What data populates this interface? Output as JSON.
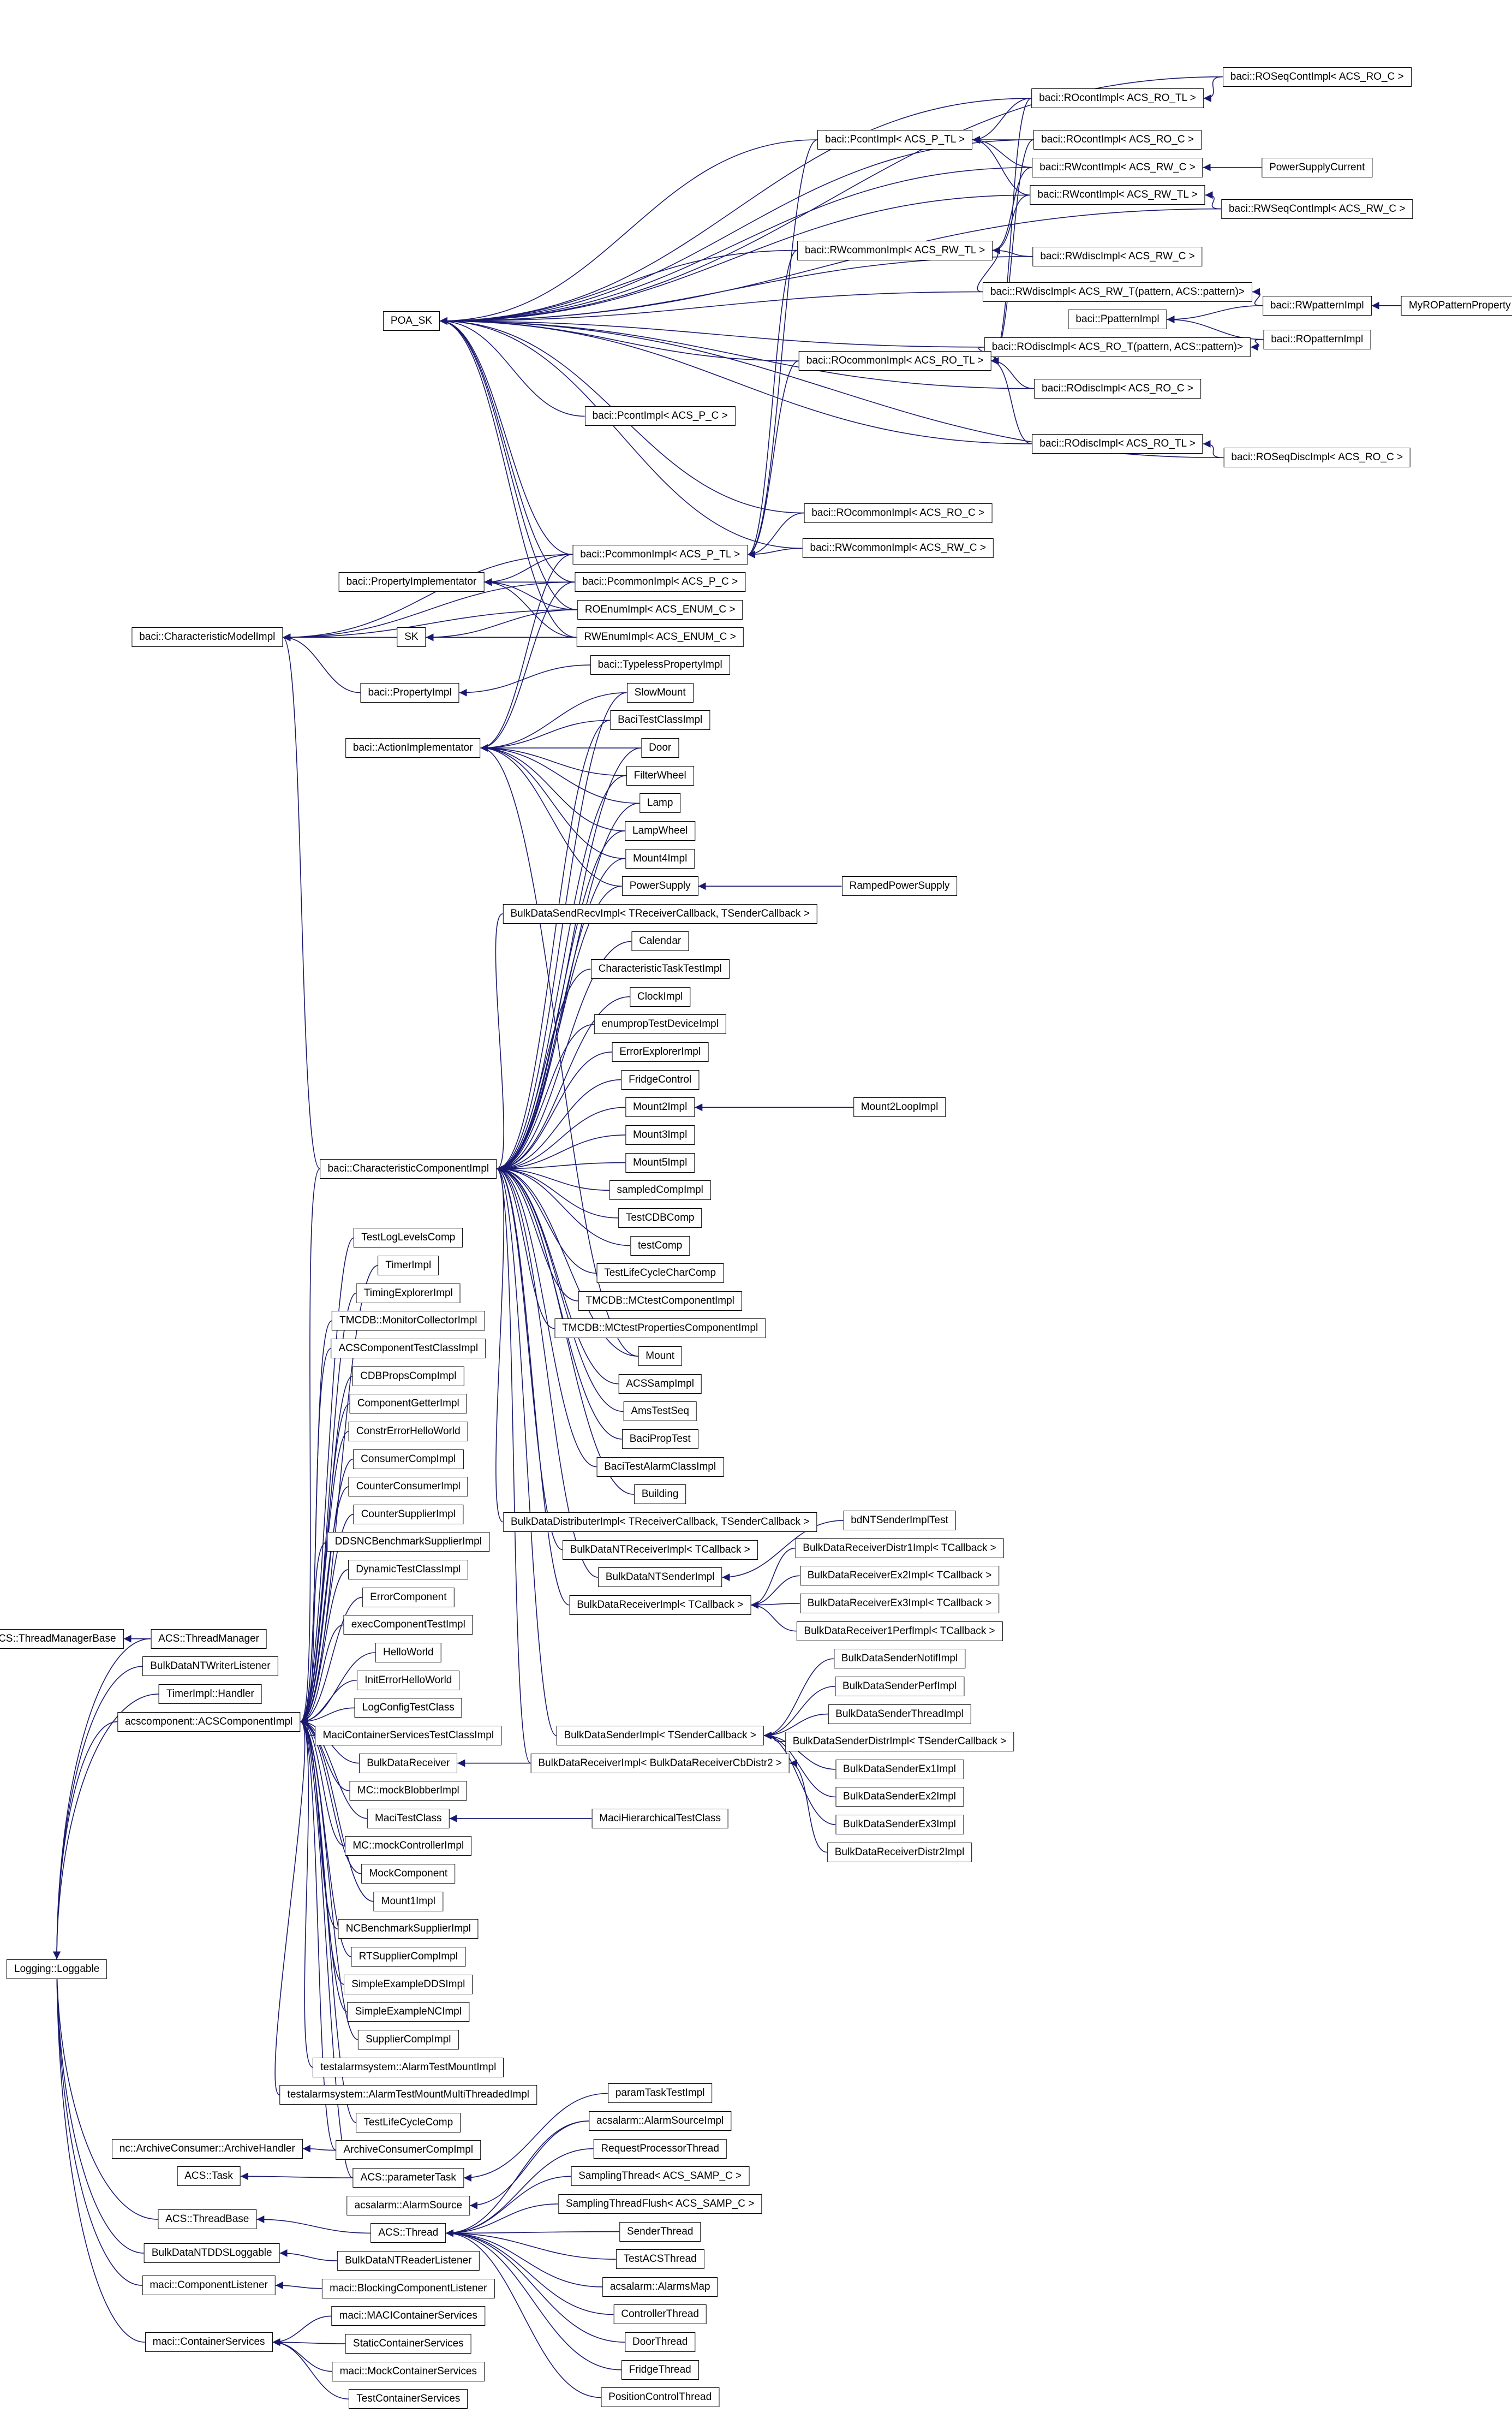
{
  "diagram": {
    "nodes": {
      "roseqcont": "baci::ROSeqContImpl< ACS_RO_C >",
      "rocont_tl": "baci::ROcontImpl< ACS_RO_TL >",
      "pcont_tl": "baci::PcontImpl< ACS_P_TL >",
      "rocont_c": "baci::ROcontImpl< ACS_RO_C >",
      "rwcont_c": "baci::RWcontImpl< ACS_RW_C >",
      "psc": "PowerSupplyCurrent",
      "rwcont_tl": "baci::RWcontImpl< ACS_RW_TL >",
      "rwseqcont": "baci::RWSeqContImpl< ACS_RW_C >",
      "rwcommon_tl": "baci::RWcommonImpl< ACS_RW_TL >",
      "rwdisc_c": "baci::RWdiscImpl< ACS_RW_C >",
      "rwdisc_pat": "baci::RWdiscImpl< ACS_RW_T(pattern, ACS::pattern)>",
      "rwpattern": "baci::RWpatternImpl",
      "myro": "MyROPatternProperty",
      "poa": "POA_SK",
      "ppattern": "baci::PpatternImpl",
      "ropattern": "baci::ROpatternImpl",
      "rodisc_pat": "baci::ROdiscImpl< ACS_RO_T(pattern, ACS::pattern)>",
      "rocommon_tl": "baci::ROcommonImpl< ACS_RO_TL >",
      "rodisc_c": "baci::ROdiscImpl< ACS_RO_C >",
      "pcont_c": "baci::PcontImpl< ACS_P_C >",
      "rodisc_tl": "baci::ROdiscImpl< ACS_RO_TL >",
      "roseqdisc": "baci::ROSeqDiscImpl< ACS_RO_C >",
      "rocommon_c": "baci::ROcommonImpl< ACS_RO_C >",
      "rwcommon_c": "baci::RWcommonImpl< ACS_RW_C >",
      "pcommon_tl": "baci::PcommonImpl< ACS_P_TL >",
      "propimplementator": "baci::PropertyImplementator",
      "pcommon_c": "baci::PcommonImpl< ACS_P_C >",
      "roenum": "ROEnumImpl< ACS_ENUM_C >",
      "cmi": "baci::CharacteristicModelImpl",
      "sk": "SK",
      "rwenum": "RWEnumImpl< ACS_ENUM_C >",
      "typeless": "baci::TypelessPropertyImpl",
      "propimpl": "baci::PropertyImpl",
      "actionimpl": "baci::ActionImplementator",
      "slowmount": "SlowMount",
      "bacitestclass": "BaciTestClassImpl",
      "door": "Door",
      "filterwheel": "FilterWheel",
      "lamp": "Lamp",
      "lampwheel": "LampWheel",
      "mount4": "Mount4Impl",
      "powersupply": "PowerSupply",
      "ramped": "RampedPowerSupply",
      "bdsendrecv": "BulkDataSendRecvImpl< TReceiverCallback, TSenderCallback >",
      "calendar": "Calendar",
      "chartask": "CharacteristicTaskTestImpl",
      "clock": "ClockImpl",
      "enumprop": "enumpropTestDeviceImpl",
      "errexplorer": "ErrorExplorerImpl",
      "fridgectl": "FridgeControl",
      "mount2": "Mount2Impl",
      "mount2loop": "Mount2LoopImpl",
      "mount3": "Mount3Impl",
      "mount5": "Mount5Impl",
      "sampled": "sampledCompImpl",
      "testcdb": "TestCDBComp",
      "testcomp": "testComp",
      "tlccc": "TestLifeCycleCharComp",
      "mctestcomp": "TMCDB::MCtestComponentImpl",
      "mctestprops": "TMCDB::MCtestPropertiesComponentImpl",
      "mount": "Mount",
      "acssamp": "ACSSampImpl",
      "amstestseq": "AmsTestSeq",
      "bacipropt": "BaciPropTest",
      "bacitestalarm": "BaciTestAlarmClassImpl",
      "building": "Building",
      "bddistributer": "BulkDataDistributerImpl< TReceiverCallback, TSenderCallback >",
      "bdntreceiver": "BulkDataNTReceiverImpl< TCallback >",
      "bdntsender": "BulkDataNTSenderImpl",
      "bdreceiver_tcb": "BulkDataReceiverImpl< TCallback >",
      "bdsender": "BulkDataSenderImpl< TSenderCallback >",
      "bdreceiver_distr2": "BulkDataReceiverImpl< BulkDataReceiverCbDistr2 >",
      "macihier": "MaciHierarchicalTestClass",
      "bdntsendertest": "bdNTSenderImplTest",
      "rdistr1": "BulkDataReceiverDistr1Impl< TCallback >",
      "rex2": "BulkDataReceiverEx2Impl< TCallback >",
      "rex3": "BulkDataReceiverEx3Impl< TCallback >",
      "rperf1": "BulkDataReceiver1PerfImpl< TCallback >",
      "snotif": "BulkDataSenderNotifImpl",
      "sperf": "BulkDataSenderPerfImpl",
      "sthread": "BulkDataSenderThreadImpl",
      "sdistr": "BulkDataSenderDistrImpl< TSenderCallback >",
      "sex1": "BulkDataSenderEx1Impl",
      "sex2": "BulkDataSenderEx2Impl",
      "sex3": "BulkDataSenderEx3Impl",
      "rdistr2": "BulkDataReceiverDistr2Impl",
      "cci": "baci::CharacteristicComponentImpl",
      "testloglevels": "TestLogLevelsComp",
      "timerimpl": "TimerImpl",
      "timingexplorer": "TimingExplorerImpl",
      "monitorcollector": "TMCDB::MonitorCollectorImpl",
      "acscomptestclass": "ACSComponentTestClassImpl",
      "cdbprops": "CDBPropsCompImpl",
      "compgetter": "ComponentGetterImpl",
      "constrerror": "ConstrErrorHelloWorld",
      "consumercomp": "ConsumerCompImpl",
      "counterconsumer": "CounterConsumerImpl",
      "countersupplier": "CounterSupplierImpl",
      "ddsncbench": "DDSNCBenchmarkSupplierImpl",
      "dynamictest": "DynamicTestClassImpl",
      "errorcomp": "ErrorComponent",
      "exectest": "execComponentTestImpl",
      "helloworld": "HelloWorld",
      "initerror": "InitErrorHelloWorld",
      "logconfig": "LogConfigTestClass",
      "macicstest": "MaciContainerServicesTestClassImpl",
      "bdreceiver": "BulkDataReceiver",
      "mockblobber": "MC::mockBlobberImpl",
      "macitest": "MaciTestClass",
      "mockcontroller": "MC::mockControllerImpl",
      "mockcomp": "MockComponent",
      "mount1": "Mount1Impl",
      "ncbench": "NCBenchmarkSupplierImpl",
      "rtsupplier": "RTSupplierCompImpl",
      "simpledds": "SimpleExampleDDSImpl",
      "simplenc": "SimpleExampleNCImpl",
      "suppliercomp": "SupplierCompImpl",
      "alarmtestmount": "testalarmsystem::AlarmTestMountImpl",
      "alarmtestmulti": "testalarmsystem::AlarmTestMountMultiThreadedImpl",
      "tlcc": "TestLifeCycleComp",
      "archiveconsumer": "ArchiveConsumerCompImpl",
      "paramtask": "ACS::parameterTask",
      "alarmsource": "acsalarm::AlarmSource",
      "thread": "ACS::Thread",
      "readerlistener": "BulkDataNTReaderListener",
      "blockingcl": "maci::BlockingComponentListener",
      "macics": "maci::MACIContainerServices",
      "staticcs": "StaticContainerServices",
      "mockcs": "maci::MockContainerServices",
      "testcs": "TestContainerServices",
      "paramtasktest": "paramTaskTestImpl",
      "alarmsourceimpl": "acsalarm::AlarmSourceImpl",
      "requestproc": "RequestProcessorThread",
      "samplingthread": "SamplingThread< ACS_SAMP_C >",
      "samplingflush": "SamplingThreadFlush< ACS_SAMP_C >",
      "senderthread": "SenderThread",
      "testacsthread": "TestACSThread",
      "alarmsmap": "acsalarm::AlarmsMap",
      "controllerthread": "ControllerThread",
      "doorthread": "DoorThread",
      "fridgethread": "FridgeThread",
      "positioncontrol": "PositionControlThread",
      "threadmanagerbase": "ACS::ThreadManagerBase",
      "threadmanager": "ACS::ThreadManager",
      "writerlistener": "BulkDataNTWriterListener",
      "timerhandler": "TimerImpl::Handler",
      "acscomp": "acscomponent::ACSComponentImpl",
      "loggable": "Logging::Loggable",
      "archivehandler": "nc::ArchiveConsumer::ArchiveHandler",
      "task": "ACS::Task",
      "threadbase": "ACS::ThreadBase",
      "ddsloggable": "BulkDataNTDDSLoggable",
      "complistener": "maci::ComponentListener",
      "containerservices": "maci::ContainerServices"
    },
    "edges": [
      [
        "roseqcont",
        "poa"
      ],
      [
        "rocont_tl",
        "poa"
      ],
      [
        "pcont_tl",
        "poa"
      ],
      [
        "rocont_c",
        "poa"
      ],
      [
        "rwcont_c",
        "poa"
      ],
      [
        "rwcont_tl",
        "poa"
      ],
      [
        "rwseqcont",
        "poa"
      ],
      [
        "rwcommon_tl",
        "poa"
      ],
      [
        "rwdisc_c",
        "poa"
      ],
      [
        "rwdisc_pat",
        "poa"
      ],
      [
        "rodisc_pat",
        "poa"
      ],
      [
        "rocommon_tl",
        "poa"
      ],
      [
        "rodisc_c",
        "poa"
      ],
      [
        "pcont_c",
        "poa"
      ],
      [
        "rodisc_tl",
        "poa"
      ],
      [
        "roseqdisc",
        "poa"
      ],
      [
        "rocommon_c",
        "poa"
      ],
      [
        "pcommon_tl",
        "poa"
      ],
      [
        "rwcommon_c",
        "poa"
      ],
      [
        "pcommon_c",
        "poa"
      ],
      [
        "roenum",
        "poa"
      ],
      [
        "rwenum",
        "poa"
      ],
      [
        "roseqcont",
        "rocont_tl"
      ],
      [
        "rocont_tl",
        "pcont_tl"
      ],
      [
        "rocont_tl",
        "rocommon_tl"
      ],
      [
        "rocont_c",
        "pcont_tl"
      ],
      [
        "rocont_c",
        "rocommon_tl"
      ],
      [
        "rwcont_c",
        "pcont_tl"
      ],
      [
        "rwcont_c",
        "rwcommon_tl"
      ],
      [
        "rwcont_tl",
        "pcont_tl"
      ],
      [
        "rwcont_tl",
        "rwcommon_tl"
      ],
      [
        "psc",
        "rwcont_c"
      ],
      [
        "rwseqcont",
        "rwcont_tl"
      ],
      [
        "rwdisc_c",
        "rwcommon_tl"
      ],
      [
        "rwdisc_pat",
        "rwcommon_tl"
      ],
      [
        "rwpattern",
        "rwdisc_pat"
      ],
      [
        "rwpattern",
        "ppattern"
      ],
      [
        "myro",
        "rwpattern"
      ],
      [
        "ropattern",
        "ppattern"
      ],
      [
        "ropattern",
        "rodisc_pat"
      ],
      [
        "rodisc_pat",
        "rocommon_tl"
      ],
      [
        "rodisc_c",
        "rocommon_tl"
      ],
      [
        "rodisc_tl",
        "rocommon_tl"
      ],
      [
        "roseqdisc",
        "rodisc_tl"
      ],
      [
        "pcont_tl",
        "pcommon_tl"
      ],
      [
        "rwcommon_tl",
        "pcommon_tl"
      ],
      [
        "rocommon_tl",
        "pcommon_tl"
      ],
      [
        "rocommon_c",
        "pcommon_tl"
      ],
      [
        "rwcommon_c",
        "pcommon_tl"
      ],
      [
        "pcommon_tl",
        "propimplementator"
      ],
      [
        "pcommon_c",
        "propimplementator"
      ],
      [
        "roenum",
        "propimplementator"
      ],
      [
        "rwenum",
        "propimplementator"
      ],
      [
        "pcommon_tl",
        "cmi"
      ],
      [
        "pcommon_c",
        "cmi"
      ],
      [
        "roenum",
        "cmi"
      ],
      [
        "rwenum",
        "cmi"
      ],
      [
        "propimpl",
        "cmi"
      ],
      [
        "cci",
        "cmi"
      ],
      [
        "roenum",
        "sk"
      ],
      [
        "rwenum",
        "sk"
      ],
      [
        "typeless",
        "propimpl"
      ],
      [
        "pcommon_tl",
        "actionimpl"
      ],
      [
        "pcommon_c",
        "actionimpl"
      ],
      [
        "slowmount",
        "actionimpl"
      ],
      [
        "bacitestclass",
        "actionimpl"
      ],
      [
        "door",
        "actionimpl"
      ],
      [
        "filterwheel",
        "actionimpl"
      ],
      [
        "lamp",
        "actionimpl"
      ],
      [
        "lampwheel",
        "actionimpl"
      ],
      [
        "mount4",
        "actionimpl"
      ],
      [
        "powersupply",
        "actionimpl"
      ],
      [
        "mount",
        "actionimpl"
      ],
      [
        "ramped",
        "powersupply"
      ],
      [
        "mount2loop",
        "mount2"
      ],
      [
        "slowmount",
        "cci"
      ],
      [
        "bacitestclass",
        "cci"
      ],
      [
        "door",
        "cci"
      ],
      [
        "filterwheel",
        "cci"
      ],
      [
        "lamp",
        "cci"
      ],
      [
        "lampwheel",
        "cci"
      ],
      [
        "mount4",
        "cci"
      ],
      [
        "powersupply",
        "cci"
      ],
      [
        "bdsendrecv",
        "cci"
      ],
      [
        "calendar",
        "cci"
      ],
      [
        "chartask",
        "cci"
      ],
      [
        "clock",
        "cci"
      ],
      [
        "enumprop",
        "cci"
      ],
      [
        "errexplorer",
        "cci"
      ],
      [
        "fridgectl",
        "cci"
      ],
      [
        "mount2",
        "cci"
      ],
      [
        "mount3",
        "cci"
      ],
      [
        "mount5",
        "cci"
      ],
      [
        "sampled",
        "cci"
      ],
      [
        "testcdb",
        "cci"
      ],
      [
        "testcomp",
        "cci"
      ],
      [
        "tlccc",
        "cci"
      ],
      [
        "mctestcomp",
        "cci"
      ],
      [
        "mctestprops",
        "cci"
      ],
      [
        "mount",
        "cci"
      ],
      [
        "acssamp",
        "cci"
      ],
      [
        "amstestseq",
        "cci"
      ],
      [
        "bacipropt",
        "cci"
      ],
      [
        "bacitestalarm",
        "cci"
      ],
      [
        "building",
        "cci"
      ],
      [
        "bddistributer",
        "cci"
      ],
      [
        "bdntreceiver",
        "cci"
      ],
      [
        "bdntsender",
        "cci"
      ],
      [
        "bdreceiver_tcb",
        "cci"
      ],
      [
        "bdsender",
        "cci"
      ],
      [
        "bdreceiver_distr2",
        "cci"
      ],
      [
        "bdntsendertest",
        "bdntsender"
      ],
      [
        "rdistr1",
        "bdreceiver_tcb"
      ],
      [
        "rex2",
        "bdreceiver_tcb"
      ],
      [
        "rex3",
        "bdreceiver_tcb"
      ],
      [
        "rperf1",
        "bdreceiver_tcb"
      ],
      [
        "snotif",
        "bdsender"
      ],
      [
        "sperf",
        "bdsender"
      ],
      [
        "sthread",
        "bdsender"
      ],
      [
        "sdistr",
        "bdsender"
      ],
      [
        "sex1",
        "bdsender"
      ],
      [
        "sex2",
        "bdsender"
      ],
      [
        "sex3",
        "bdsender"
      ],
      [
        "rdistr2",
        "bdreceiver_distr2"
      ],
      [
        "bdreceiver_distr2",
        "bdreceiver"
      ],
      [
        "macihier",
        "macitest"
      ],
      [
        "cci",
        "acscomp"
      ],
      [
        "testloglevels",
        "acscomp"
      ],
      [
        "timerimpl",
        "acscomp"
      ],
      [
        "timingexplorer",
        "acscomp"
      ],
      [
        "monitorcollector",
        "acscomp"
      ],
      [
        "acscomptestclass",
        "acscomp"
      ],
      [
        "cdbprops",
        "acscomp"
      ],
      [
        "compgetter",
        "acscomp"
      ],
      [
        "constrerror",
        "acscomp"
      ],
      [
        "consumercomp",
        "acscomp"
      ],
      [
        "counterconsumer",
        "acscomp"
      ],
      [
        "countersupplier",
        "acscomp"
      ],
      [
        "ddsncbench",
        "acscomp"
      ],
      [
        "dynamictest",
        "acscomp"
      ],
      [
        "errorcomp",
        "acscomp"
      ],
      [
        "exectest",
        "acscomp"
      ],
      [
        "helloworld",
        "acscomp"
      ],
      [
        "initerror",
        "acscomp"
      ],
      [
        "logconfig",
        "acscomp"
      ],
      [
        "macicstest",
        "acscomp"
      ],
      [
        "bdreceiver",
        "acscomp"
      ],
      [
        "mockblobber",
        "acscomp"
      ],
      [
        "macitest",
        "acscomp"
      ],
      [
        "mockcontroller",
        "acscomp"
      ],
      [
        "mockcomp",
        "acscomp"
      ],
      [
        "mount1",
        "acscomp"
      ],
      [
        "ncbench",
        "acscomp"
      ],
      [
        "rtsupplier",
        "acscomp"
      ],
      [
        "simpledds",
        "acscomp"
      ],
      [
        "simplenc",
        "acscomp"
      ],
      [
        "suppliercomp",
        "acscomp"
      ],
      [
        "alarmtestmount",
        "acscomp"
      ],
      [
        "alarmtestmulti",
        "acscomp"
      ],
      [
        "tlcc",
        "acscomp"
      ],
      [
        "archiveconsumer",
        "acscomp"
      ],
      [
        "paramtask",
        "acscomp"
      ],
      [
        "archiveconsumer",
        "archivehandler"
      ],
      [
        "paramtask",
        "task"
      ],
      [
        "paramtasktest",
        "paramtask"
      ],
      [
        "alarmsourceimpl",
        "alarmsource"
      ],
      [
        "alarmsourceimpl",
        "thread"
      ],
      [
        "requestproc",
        "thread"
      ],
      [
        "samplingthread",
        "thread"
      ],
      [
        "samplingflush",
        "thread"
      ],
      [
        "senderthread",
        "thread"
      ],
      [
        "testacsthread",
        "thread"
      ],
      [
        "alarmsmap",
        "thread"
      ],
      [
        "controllerthread",
        "thread"
      ],
      [
        "doorthread",
        "thread"
      ],
      [
        "fridgethread",
        "thread"
      ],
      [
        "positioncontrol",
        "thread"
      ],
      [
        "thread",
        "threadbase"
      ],
      [
        "readerlistener",
        "ddsloggable"
      ],
      [
        "blockingcl",
        "complistener"
      ],
      [
        "macics",
        "containerservices"
      ],
      [
        "staticcs",
        "containerservices"
      ],
      [
        "mockcs",
        "containerservices"
      ],
      [
        "testcs",
        "containerservices"
      ],
      [
        "threadmanager",
        "threadmanagerbase"
      ],
      [
        "threadmanager",
        "loggable"
      ],
      [
        "writerlistener",
        "loggable"
      ],
      [
        "timerhandler",
        "loggable"
      ],
      [
        "acscomp",
        "loggable"
      ],
      [
        "threadbase",
        "loggable"
      ],
      [
        "ddsloggable",
        "loggable"
      ],
      [
        "complistener",
        "loggable"
      ],
      [
        "containerservices",
        "loggable"
      ]
    ],
    "colors": {
      "edge": "#191970",
      "node_border": "#000000",
      "background": "#ffffff"
    }
  }
}
